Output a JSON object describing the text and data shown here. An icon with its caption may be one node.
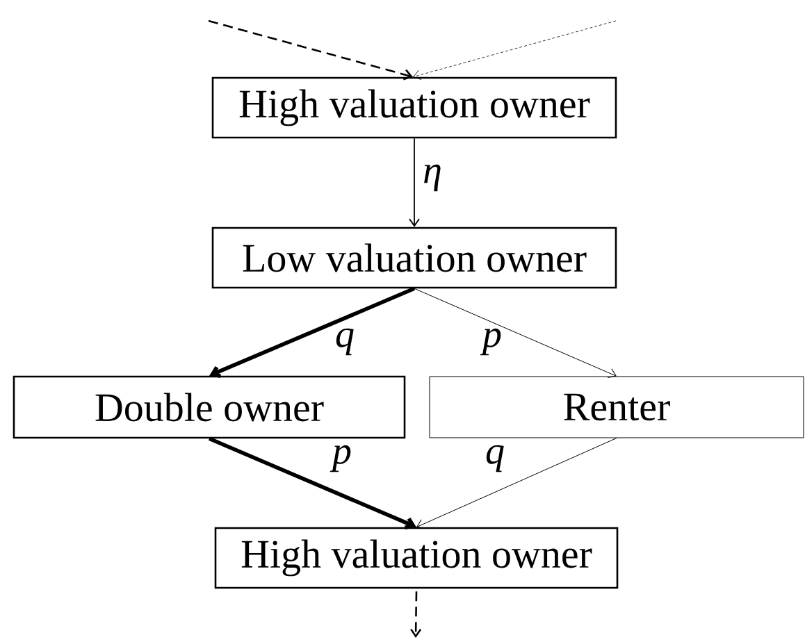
{
  "diagram": {
    "nodes": [
      {
        "text": [
          "High valuation owner"
        ]
      },
      {
        "text": [
          "Low valuation owner"
        ]
      },
      {
        "text": [
          "Double owner"
        ]
      },
      {
        "text": [
          "Renter"
        ]
      },
      {
        "text": [
          "High valuation owner"
        ]
      }
    ],
    "edges": [
      {
        "from": null,
        "to": 0,
        "arrow": "to",
        "style": "dashed"
      },
      {
        "from": null,
        "to": 0,
        "arrow": "to",
        "style": "dashed"
      },
      {
        "from": 0,
        "to": 1,
        "arrow": "to",
        "label": "η"
      },
      {
        "from": 1,
        "to": 2,
        "arrow": "to",
        "label": "q",
        "style": "thick"
      },
      {
        "from": 1,
        "to": 3,
        "arrow": "to",
        "label": "p"
      },
      {
        "from": 2,
        "to": 4,
        "arrow": "to",
        "label": "p",
        "style": "thick"
      },
      {
        "from": 3,
        "to": 4,
        "arrow": "to",
        "label": "q"
      },
      {
        "from": 4,
        "to": null,
        "arrow": "to",
        "style": "dashed"
      }
    ]
  }
}
